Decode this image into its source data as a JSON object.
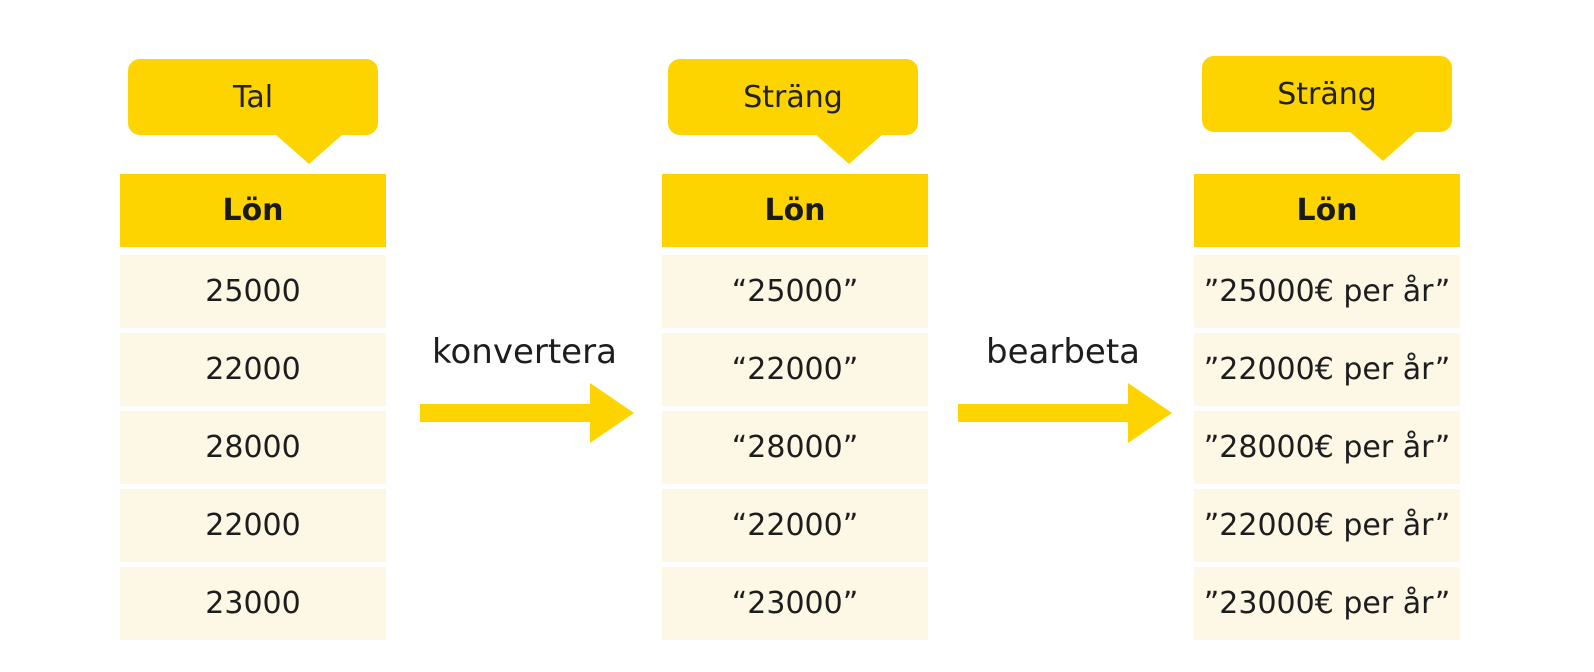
{
  "columns": [
    {
      "type_label": "Tal",
      "header": "Lön",
      "cells": [
        "25000",
        "22000",
        "28000",
        "22000",
        "23000"
      ]
    },
    {
      "type_label": "Sträng",
      "header": "Lön",
      "cells": [
        "“25000”",
        "“22000”",
        "“28000”",
        "“22000”",
        "“23000”"
      ]
    },
    {
      "type_label": "Sträng",
      "header": "Lön",
      "cells": [
        "”25000€ per år”",
        "”22000€ per år”",
        "”28000€ per år”",
        "”22000€ per år”",
        "”23000€ per år”"
      ]
    }
  ],
  "steps": [
    {
      "label": "konvertera"
    },
    {
      "label": "bearbeta"
    }
  ],
  "colors": {
    "accent": "#fdd400",
    "cell_background": "#fdf7e6",
    "text": "#1d1d1d"
  }
}
